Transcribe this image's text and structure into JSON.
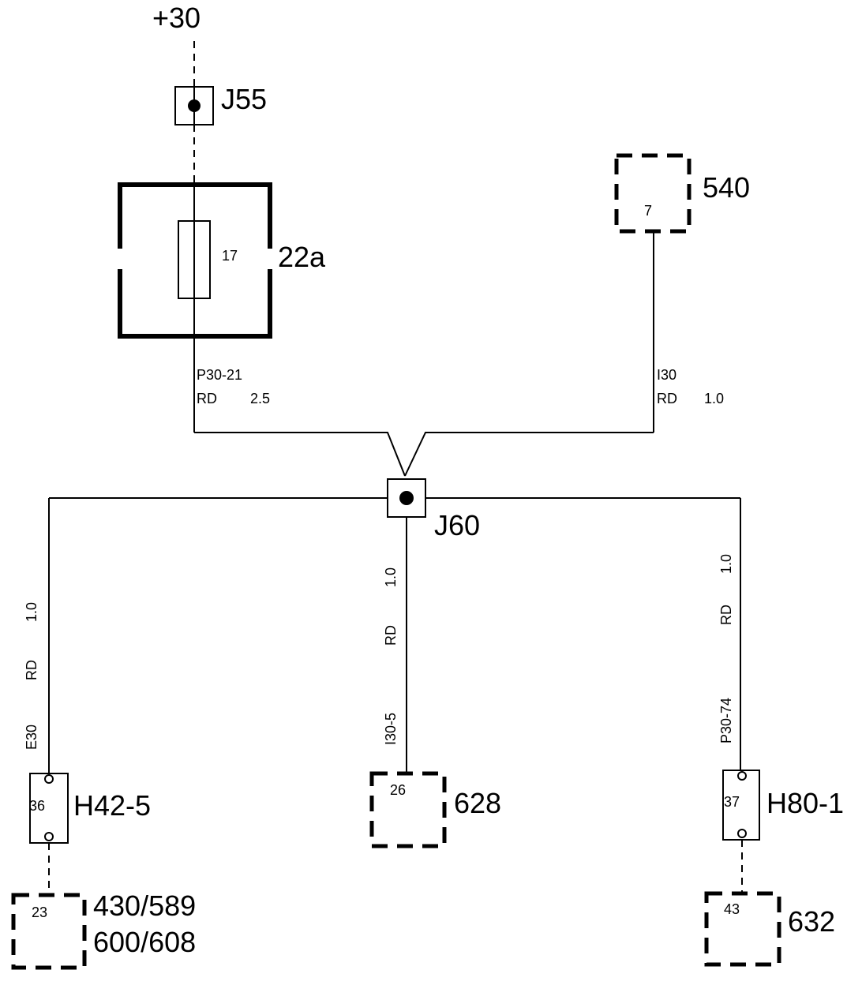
{
  "supply": {
    "label": "+30"
  },
  "junctions": {
    "j55": {
      "label": "J55"
    },
    "j60": {
      "label": "J60"
    }
  },
  "fuse_block": {
    "label": "22a",
    "fuse_number": "17"
  },
  "modules": {
    "m540": {
      "label": "540",
      "pin": "7"
    },
    "m628": {
      "label": "628",
      "pin": "26"
    },
    "m632": {
      "label": "632",
      "pin": "43"
    },
    "m430": {
      "label_line1": "430/589",
      "label_line2": "600/608",
      "pin": "23"
    }
  },
  "connectors": {
    "h42": {
      "label": "H42-5",
      "pin": "36"
    },
    "h80": {
      "label": "H80-1",
      "pin": "37"
    }
  },
  "wires": {
    "fuse_out": {
      "id": "P30-21",
      "color": "RD",
      "size": "2.5"
    },
    "from_540": {
      "id": "I30",
      "color": "RD",
      "size": "1.0"
    },
    "to_h42": {
      "id": "E30",
      "color": "RD",
      "size": "1.0"
    },
    "to_628": {
      "id": "I30-5",
      "color": "RD",
      "size": "1.0"
    },
    "to_h80": {
      "id": "P30-74",
      "color": "RD",
      "size": "1.0"
    }
  }
}
